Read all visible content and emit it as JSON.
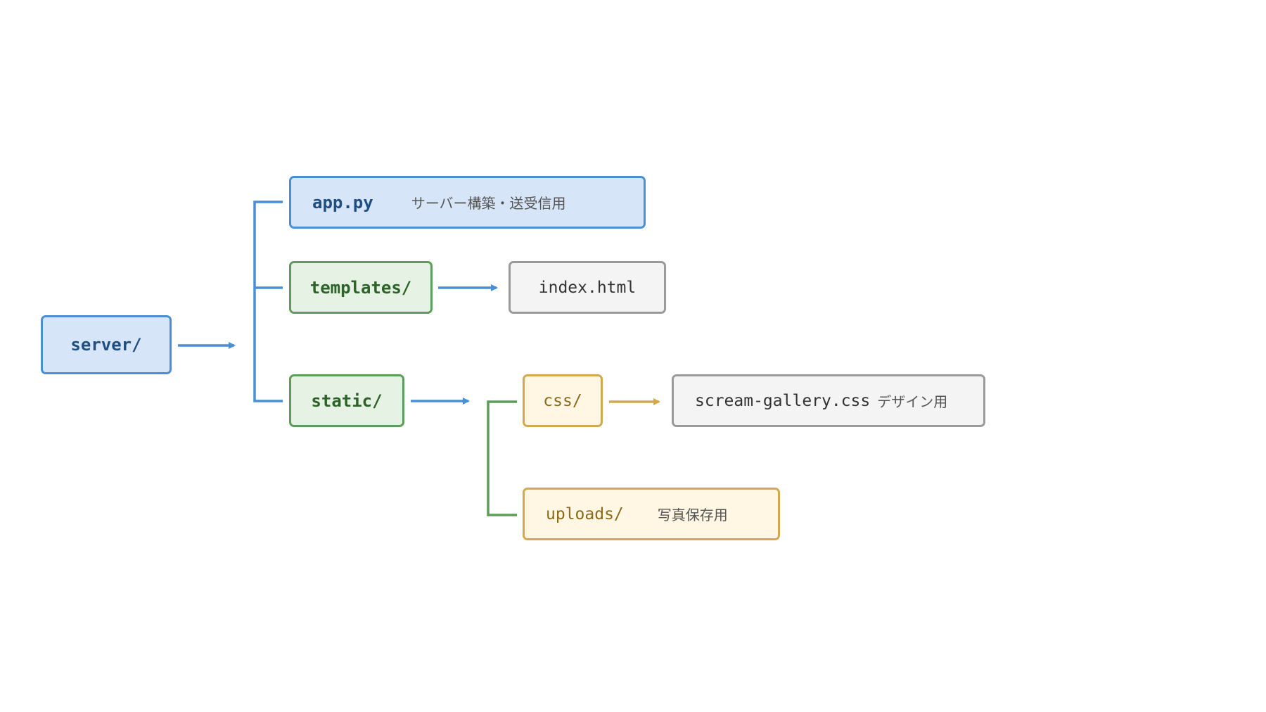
{
  "colors": {
    "blue_connector": "#4a8fd6",
    "green_connector": "#5c9e57",
    "gold_connector": "#d4a84c",
    "blue_fill": "#d6e5f7",
    "green_fill": "#e6f3e4",
    "yellow_fill": "#fff7e4",
    "gray_fill": "#f4f4f4"
  },
  "nodes": {
    "server": {
      "label": "server/"
    },
    "app": {
      "label": "app.py",
      "note": "サーバー構築・送受信用"
    },
    "templates": {
      "label": "templates/"
    },
    "index": {
      "label": "index.html"
    },
    "static": {
      "label": "static/"
    },
    "css": {
      "label": "css/"
    },
    "css_file": {
      "label": "scream-gallery.css",
      "note": "デザイン用"
    },
    "uploads": {
      "label": "uploads/",
      "note": "写真保存用"
    }
  }
}
